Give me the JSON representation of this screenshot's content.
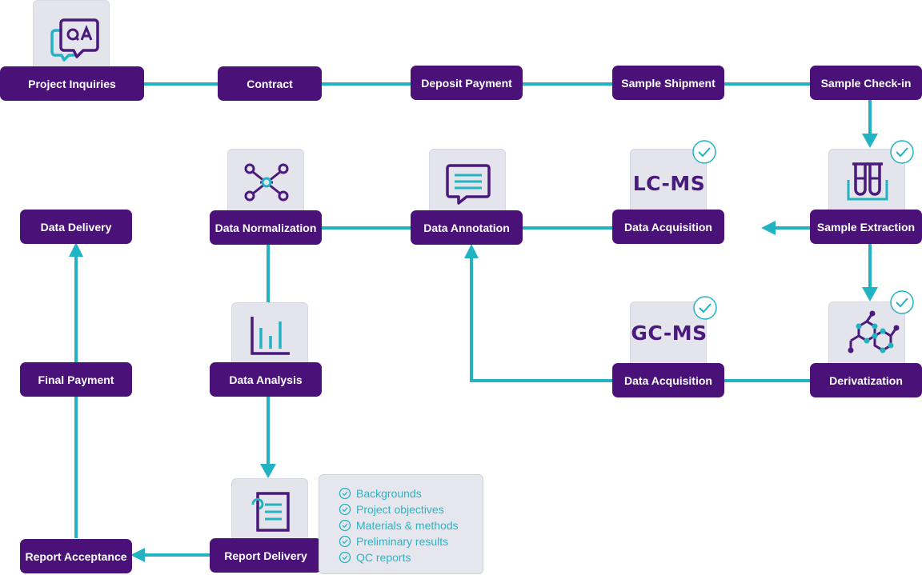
{
  "boxes": {
    "project_inquiries": "Project Inquiries",
    "contract": "Contract",
    "deposit_payment": "Deposit Payment",
    "sample_shipment": "Sample Shipment",
    "sample_checkin": "Sample Check-in",
    "sample_extraction": "Sample Extraction",
    "lcms_data_acquisition": "Data Acquisition",
    "data_annotation": "Data Annotation",
    "data_normalization": "Data Normalization",
    "data_delivery": "Data Delivery",
    "derivatization": "Derivatization",
    "gcms_data_acquisition": "Data Acquisition",
    "data_analysis": "Data Analysis",
    "final_payment": "Final Payment",
    "report_delivery": "Report Delivery",
    "report_acceptance": "Report Acceptance"
  },
  "cards": {
    "lcms_label": "LC-MS",
    "gcms_label": "GC-MS",
    "qa_icon": "qa-chat-icon",
    "network_icon": "network-nodes-icon",
    "annotation_icon": "message-document-icon",
    "test_tubes_icon": "test-tubes-icon",
    "molecule_icon": "molecule-icon",
    "bar_chart_icon": "bar-chart-icon",
    "report_icon": "report-document-icon"
  },
  "report_contents": [
    "Backgrounds",
    "Project objectives",
    "Materials & methods",
    "Preliminary results",
    "QC reports"
  ],
  "colors": {
    "box": "#4a1279",
    "connector": "#22b3c3",
    "card": "#e3e4ec",
    "icon_purple": "#4a1a7c",
    "icon_teal": "#22b3c3"
  }
}
